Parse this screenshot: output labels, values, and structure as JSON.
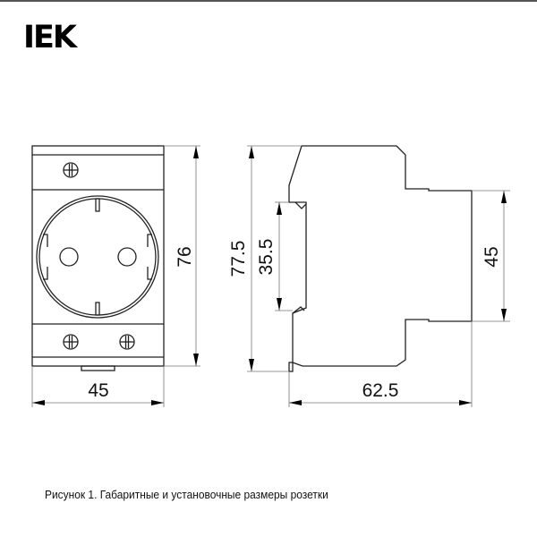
{
  "logo": {
    "text": "IEK"
  },
  "front_view": {
    "height_label": "76",
    "width_label": "45"
  },
  "side_view": {
    "total_height_label": "77.5",
    "din_rail_label": "35.5",
    "front_height_label": "45",
    "depth_label": "62.5"
  },
  "caption": "Рисунок 1. Габаритные и установочные размеры розетки"
}
